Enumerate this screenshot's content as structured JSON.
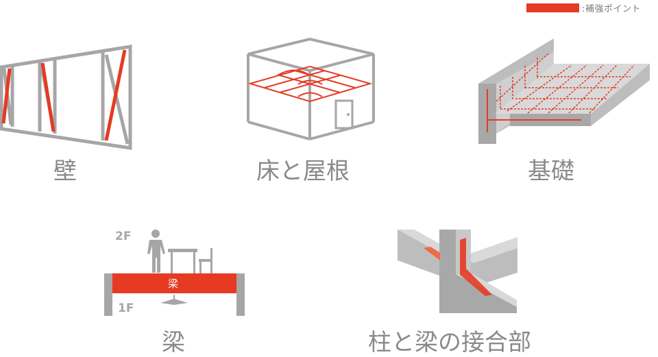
{
  "legend": {
    "label": ":補強ポイント",
    "color": "#e63a23"
  },
  "colors": {
    "accent": "#e63a23",
    "frame": "#a6a6a6",
    "concrete_light": "#d9d9d9",
    "concrete_mid": "#bdbdbd",
    "concrete_dark": "#a0a0a0"
  },
  "figures": [
    {
      "id": "wall",
      "label": "壁"
    },
    {
      "id": "floor-roof",
      "label": "床と屋根"
    },
    {
      "id": "foundation",
      "label": "基礎"
    },
    {
      "id": "beam",
      "label": "梁",
      "beam_text": "梁",
      "floor_upper": "2F",
      "floor_lower": "1F"
    },
    {
      "id": "column-beam-joint",
      "label": "柱と梁の接合部"
    }
  ]
}
